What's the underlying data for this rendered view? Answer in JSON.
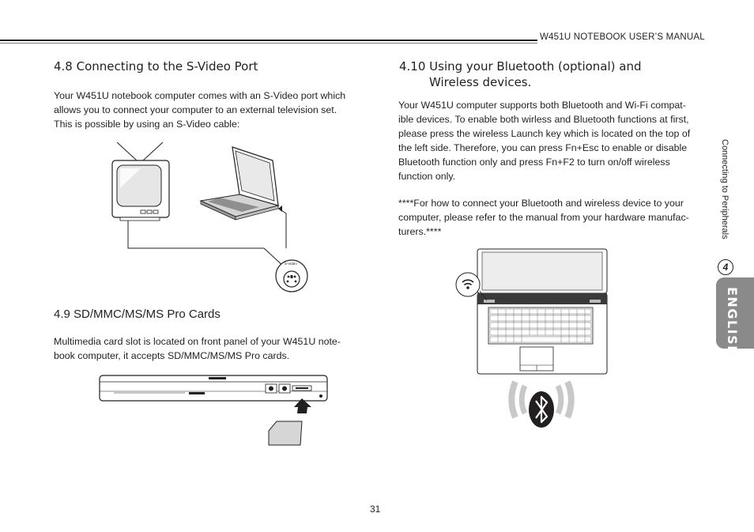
{
  "header": {
    "title": "W451U NOTEBOOK USER’S MANUAL"
  },
  "side": {
    "section_label": "Connecting to Peripherals",
    "chapter_number": "4",
    "language_tab": "ENGLISH"
  },
  "sections": {
    "svideo": {
      "heading": "4.8 Connecting to the S-Video Port",
      "body_lines": [
        "Your W451U notebook computer comes with an S-Video port which",
        "allows you to connect your computer to an external television set.",
        "This is possible by using an S-Video cable:"
      ],
      "port_label": "S-Video"
    },
    "cards": {
      "heading": "4.9 SD/MMC/MS/MS Pro Cards",
      "body_lines": [
        "Multimedia card slot is located on front panel of your W451U note-",
        "book computer, it accepts SD/MMC/MS/MS Pro cards."
      ]
    },
    "bluetooth": {
      "heading_line1": "4.10 Using your Bluetooth (optional) and",
      "heading_line2": "Wireless devices.",
      "body1_lines": [
        "Your W451U computer supports both Bluetooth and Wi-Fi compat-",
        "ible devices. To enable both wirless and Bluetooth functions at first,",
        "please press the wireless Launch key which is located on the top of",
        "the left side. Therefore, you can press Fn+Esc to enable or disable",
        "Bluetooth function only and press Fn+F2 to turn on/off wireless",
        "function only."
      ],
      "body2_lines": [
        "****For how to connect your Bluetooth and wireless device to your",
        "computer, please refer to the manual from your hardware manufac-",
        "turers.****"
      ]
    }
  },
  "footer": {
    "page_number": "31"
  }
}
